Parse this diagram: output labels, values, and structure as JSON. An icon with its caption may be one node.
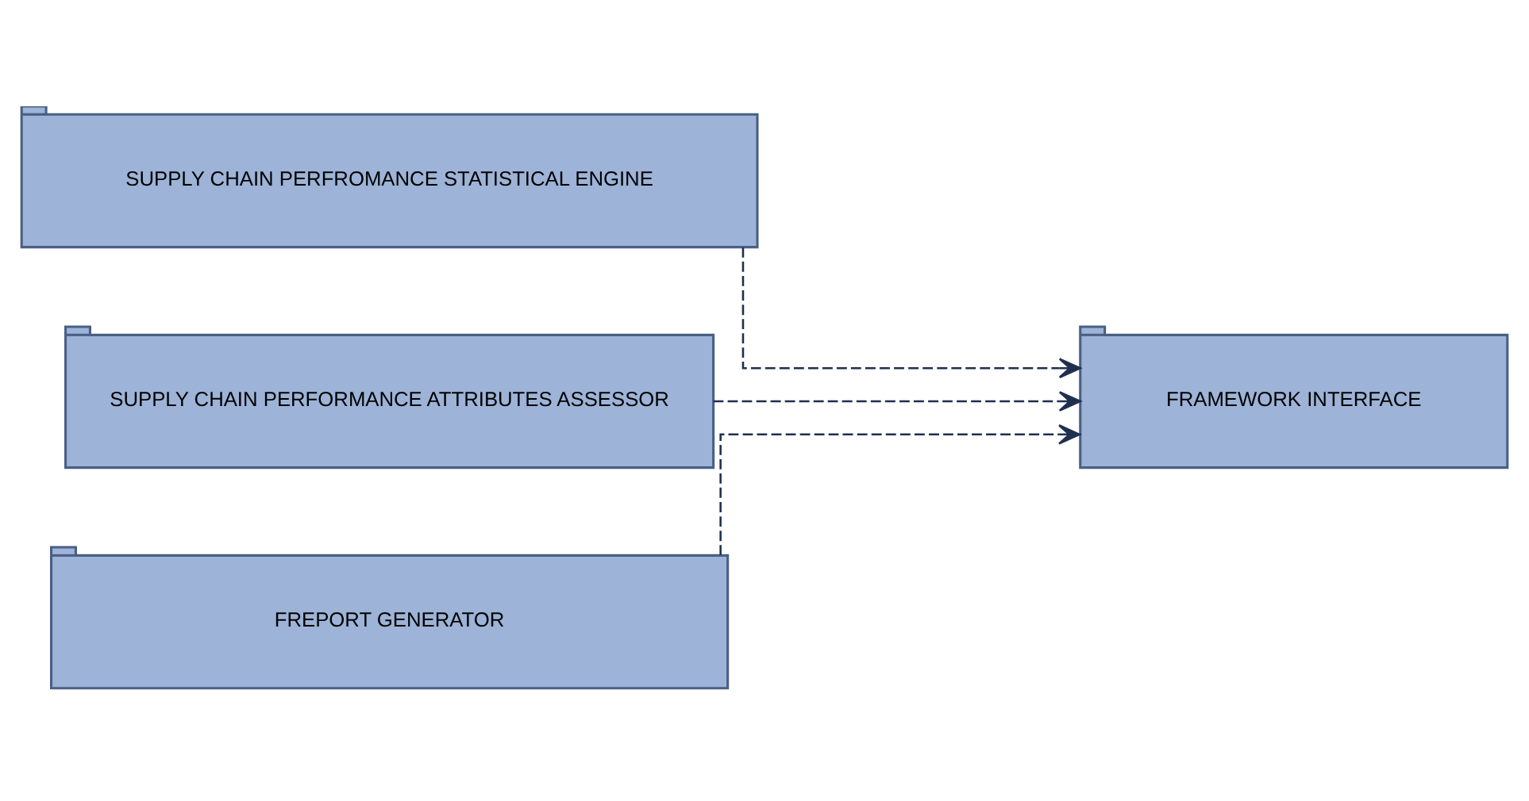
{
  "diagram": {
    "nodes": [
      {
        "text": [
          "SUPPLY CHAIN PERFROMANCE STATISTICAL ENGINE"
        ]
      },
      {
        "text": [
          "SUPPLY CHAIN PERFORMANCE ATTRIBUTES ASSESSOR"
        ]
      },
      {
        "text": [
          "FREPORT GENERATOR"
        ]
      },
      {
        "text": [
          "FRAMEWORK INTERFACE"
        ]
      }
    ],
    "edges": [
      {
        "from": 0,
        "to": 3,
        "arrow": "to",
        "style": "dashed"
      },
      {
        "from": 1,
        "to": 3,
        "arrow": "to",
        "style": "dashed"
      },
      {
        "from": 2,
        "to": 3,
        "arrow": "to",
        "style": "dashed"
      }
    ]
  }
}
